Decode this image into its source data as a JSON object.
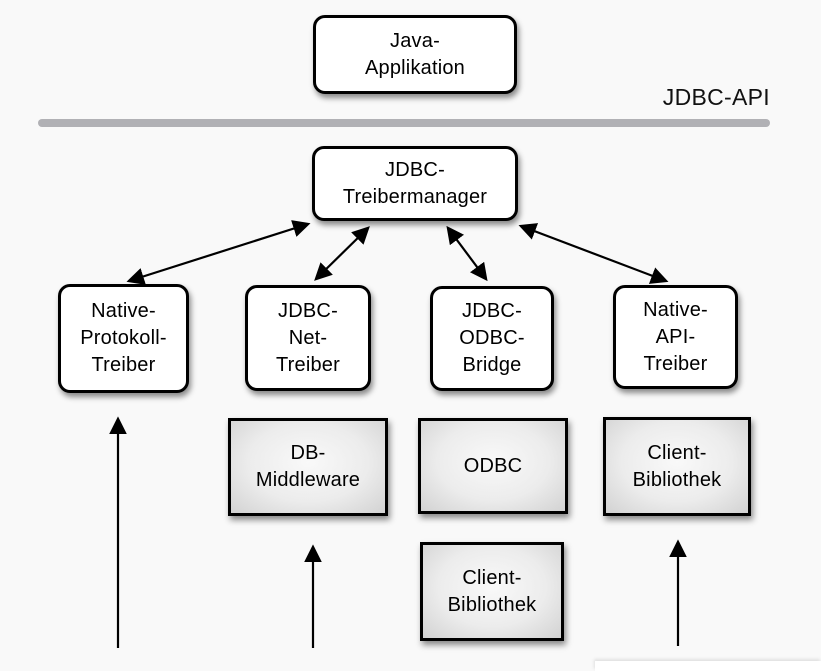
{
  "labels": {
    "api_layer": "JDBC-API"
  },
  "nodes": {
    "java_app": {
      "label": "Java-\nApplikation",
      "style": "rounded"
    },
    "treibermanager": {
      "label": "JDBC-\nTreibermanager",
      "style": "rounded"
    },
    "native_protokoll": {
      "label": "Native-\nProtokoll-\nTreiber",
      "style": "rounded"
    },
    "jdbc_net": {
      "label": "JDBC-\nNet-\nTreiber",
      "style": "rounded"
    },
    "jdbc_odbc": {
      "label": "JDBC-\nODBC-\nBridge",
      "style": "rounded"
    },
    "native_api": {
      "label": "Native-\nAPI-\nTreiber",
      "style": "rounded"
    },
    "db_middleware": {
      "label": "DB-\nMiddleware",
      "style": "gray"
    },
    "odbc": {
      "label": "ODBC",
      "style": "gray"
    },
    "client_bibliothek_mid": {
      "label": "Client-\nBibliothek",
      "style": "gray"
    },
    "client_bibliothek_right": {
      "label": "Client-\nBibliothek",
      "style": "gray"
    }
  },
  "edges": [
    {
      "from": "treibermanager",
      "to": "native_protokoll",
      "bidirectional": true
    },
    {
      "from": "treibermanager",
      "to": "jdbc_net",
      "bidirectional": true
    },
    {
      "from": "treibermanager",
      "to": "jdbc_odbc",
      "bidirectional": true
    },
    {
      "from": "treibermanager",
      "to": "native_api",
      "bidirectional": true
    },
    {
      "from": "bottom",
      "to": "native_protokoll",
      "bidirectional": false
    },
    {
      "from": "bottom",
      "to": "db_middleware",
      "bidirectional": false
    },
    {
      "from": "bottom",
      "to": "client_bibliothek_right",
      "bidirectional": false
    }
  ],
  "colors": {
    "background": "#f9f9f9",
    "divider": "#b1b1b5",
    "box_border": "#000000",
    "box_fill": "#ffffff",
    "gray_box_fill": "#e4e4e4",
    "arrow": "#000000",
    "text": "#000000"
  }
}
